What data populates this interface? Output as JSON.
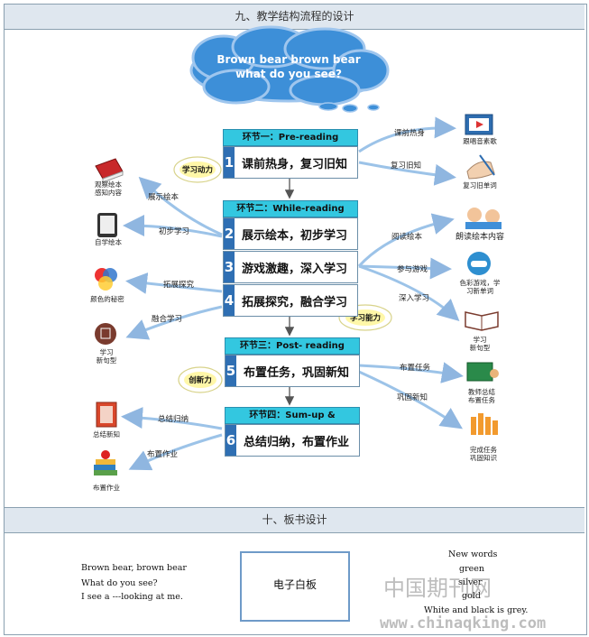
{
  "sections": {
    "flow_title": "九、教学结构流程的设计",
    "board_title": "十、板书设计"
  },
  "cloud": {
    "line1": "Brown bear brown bear",
    "line2": "what do you see?"
  },
  "stages": [
    {
      "header": "环节一：Pre-reading"
    },
    {
      "header": "环节二：While-reading"
    },
    {
      "header": "环节三：Post- reading"
    },
    {
      "header": "环节四：Sum-up & Homework"
    }
  ],
  "steps": [
    {
      "num": "1",
      "text": "课前热身，复习旧知"
    },
    {
      "num": "2",
      "text": "展示绘本，初步学习"
    },
    {
      "num": "3",
      "text": "游戏激趣，深入学习"
    },
    {
      "num": "4",
      "text": "拓展探究，融合学习"
    },
    {
      "num": "5",
      "text": "布置任务，巩固新知"
    },
    {
      "num": "6",
      "text": "总结归纳，布置作业"
    }
  ],
  "badges": {
    "b1": "学习动力",
    "b2": "学习能力",
    "b3": "创新力"
  },
  "right_branch_labels": {
    "warmup": "课前热身",
    "review_old": "复习旧知",
    "read_book": "阅读绘本",
    "join_game": "参与游戏",
    "deep_learn": "深入学习",
    "assign_task": "布置任务",
    "consolidate": "巩固新知"
  },
  "right_items": {
    "listen_song_1": "跟唱音素歌",
    "review_words": "复习旧单词",
    "read_content": "朗读绘本内容",
    "color_game_1": "色彩游戏，学",
    "color_game_2": "习新单词",
    "new_pattern_1": "学习",
    "new_pattern_2": "新句型",
    "teacher_sum_1": "教师总结",
    "teacher_sum_2": "布置任务",
    "finish_task_1": "完成任务",
    "finish_task_2": "巩固知识"
  },
  "left_branch_labels": {
    "show_book": "展示绘本",
    "first_learn": "初步学习",
    "explore": "拓展探究",
    "fuse_learn": "融合学习",
    "summarize": "总结归纳",
    "homework": "布置作业"
  },
  "left_items": {
    "observe_1": "观察绘本",
    "observe_2": "感知内容",
    "self_study": "自学绘本",
    "color_secret": "颜色的秘密",
    "learn_1": "学习",
    "learn_2": "新句型",
    "sum_new": "总结新知",
    "assign_hw": "布置作业"
  },
  "board": {
    "left_lines": [
      "Brown bear, brown bear",
      "What do you see?",
      "I see a ---looking at me."
    ],
    "center": "电子白板",
    "right_lines": [
      "New words",
      "green",
      "silver",
      "gold",
      "White and black is grey."
    ]
  },
  "watermark": {
    "cn": "中国期刊网",
    "url": "www.chinaqking.com"
  },
  "colors": {
    "header_cyan": "#33c7e0",
    "step_blue": "#2f6fb3",
    "arrow_blue": "#9cc3e8",
    "cloud_blue": "#3d8fd8"
  }
}
